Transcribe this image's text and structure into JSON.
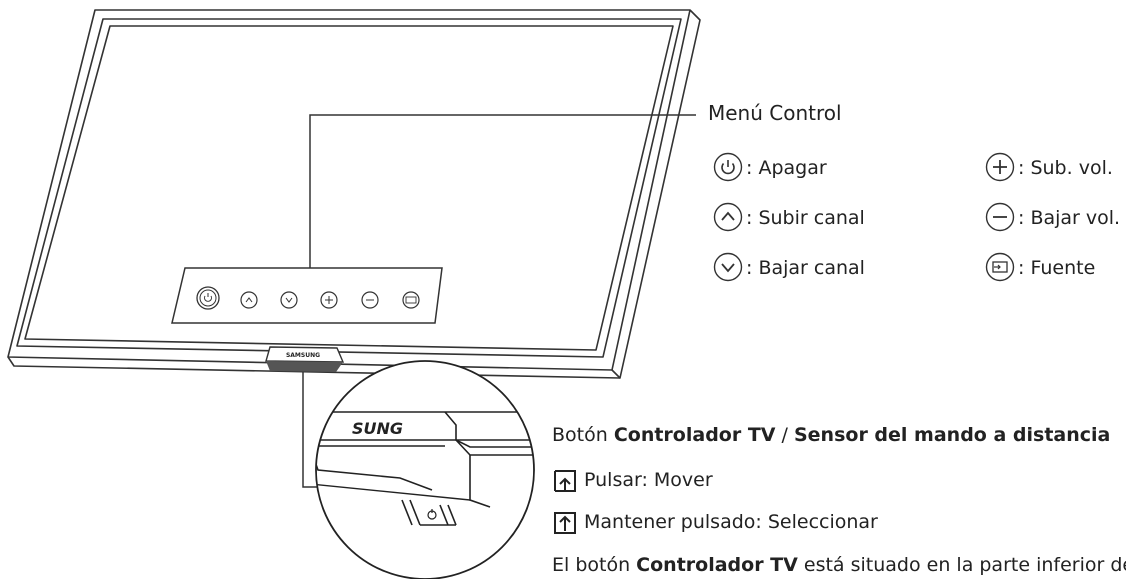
{
  "panel_logo": "SAMSUNG",
  "zoom_logo": "SUNG",
  "menu_control": {
    "title": "Menú Control",
    "items": [
      {
        "icon": "power-icon",
        "sep": ":",
        "label": "Apagar"
      },
      {
        "icon": "chevron-up-icon",
        "sep": ":",
        "label": "Subir canal"
      },
      {
        "icon": "chevron-down-icon",
        "sep": ":",
        "label": "Bajar canal"
      },
      {
        "icon": "plus-icon",
        "sep": ":",
        "label": "Sub. vol."
      },
      {
        "icon": "minus-icon",
        "sep": ":",
        "label": "Bajar vol."
      },
      {
        "icon": "source-icon",
        "sep": ":",
        "label": "Fuente"
      }
    ]
  },
  "controller": {
    "title_pre": "Botón ",
    "title_bold1": "Controlador TV",
    "title_mid": " / ",
    "title_bold2": "Sensor del mando a distancia",
    "press_label": "Pulsar: Mover",
    "hold_label": "Mantener pulsado: Seleccionar",
    "note_pre": "El botón ",
    "note_bold": "Controlador TV",
    "note_post": " está situado en la parte inferior del"
  }
}
